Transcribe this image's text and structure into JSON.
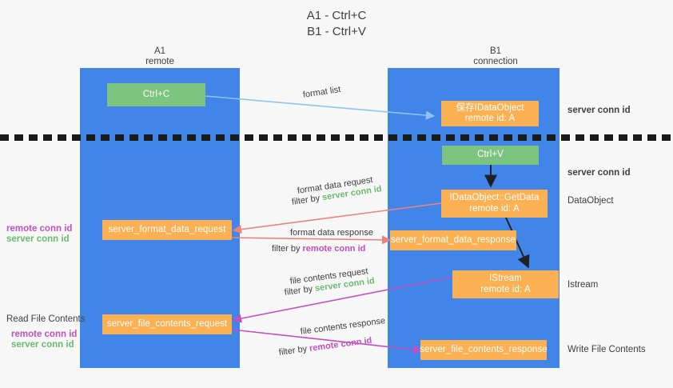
{
  "title": "A1 - Ctrl+C\nB1 - Ctrl+V",
  "columns": [
    {
      "name": "A1",
      "sub": "remote"
    },
    {
      "name": "B1",
      "sub": "connection"
    }
  ],
  "nodes": {
    "ctrl_c": "Ctrl+C",
    "ctrl_v": "Ctrl+V",
    "save_idataobject": "保存IDataObject\nremote id: A",
    "getdata": "IDataObject::GetData\nremote id: A",
    "istream": "IStream\nremote id: A",
    "server_format_data_request": "server_format_data_request",
    "server_format_data_response": "server_format_data_response",
    "server_file_contents_request": "server_file_contents_request",
    "server_file_contents_response": "server_file_contents_response"
  },
  "right_labels": {
    "server_conn_id_top": "server conn id",
    "server_conn_id_mid": "server conn id",
    "dataobject": "DataObject",
    "istream": "Istream",
    "write_file_contents": "Write File Contents"
  },
  "left_labels": {
    "format_remote": "remote conn id",
    "format_server": "server conn id",
    "read_file_contents": "Read File Contents",
    "file_remote": "remote conn id",
    "file_server": "server conn id"
  },
  "edges": {
    "format_list": "format list",
    "format_data_request": "format data request",
    "format_data_request_filter_prefix": "filter by ",
    "format_data_request_filter_key": "server conn id",
    "format_data_response": "format data response",
    "format_data_response_filter_prefix": "filter by ",
    "format_data_response_filter_key": "remote conn id",
    "file_contents_request": "file contents request",
    "file_contents_request_filter_prefix": "filter by ",
    "file_contents_request_filter_key": "server conn id",
    "file_contents_response": "file contents response",
    "file_contents_response_filter_prefix": "filter by ",
    "file_contents_response_filter_key": "remote conn id"
  },
  "colors": {
    "lane": "#4285e8",
    "node_orange": "#fbb153",
    "node_green": "#7cc47f",
    "accent_green_text": "#6aba6f",
    "accent_purple_text": "#c14fc1",
    "arrow_blue": "#8fc3ef",
    "arrow_red": "#ef8177",
    "arrow_magenta": "#c14fc1",
    "arrow_black": "#202124",
    "divider": "#1a1a1a",
    "background": "#f7f7f7"
  }
}
